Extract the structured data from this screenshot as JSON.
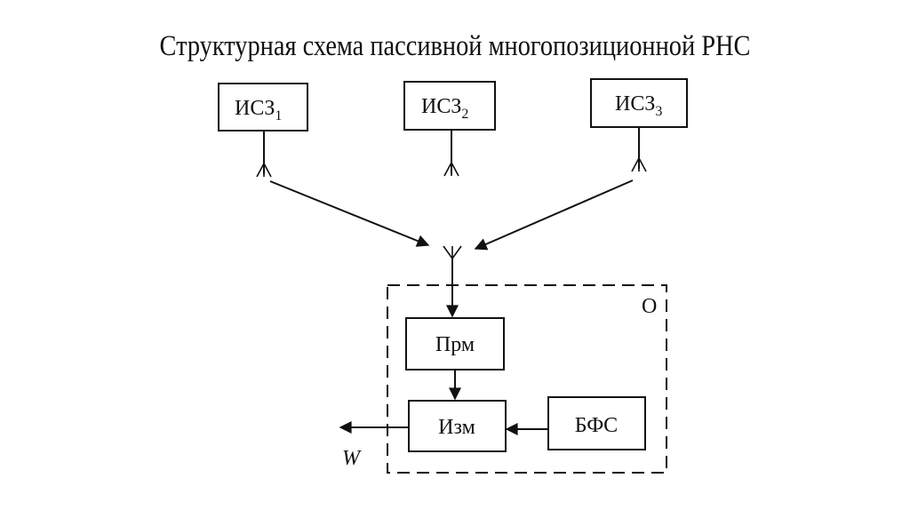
{
  "title": "Структурная схема пассивной многопозиционной РНС",
  "satellites": [
    {
      "name": "ИСЗ",
      "index": "1"
    },
    {
      "name": "ИСЗ",
      "index": "2"
    },
    {
      "name": "ИСЗ",
      "index": "3"
    }
  ],
  "object_label": "О",
  "blocks": {
    "receiver": "Прм",
    "meter": "Изм",
    "signal_former": "БФС"
  },
  "output_label": "W"
}
